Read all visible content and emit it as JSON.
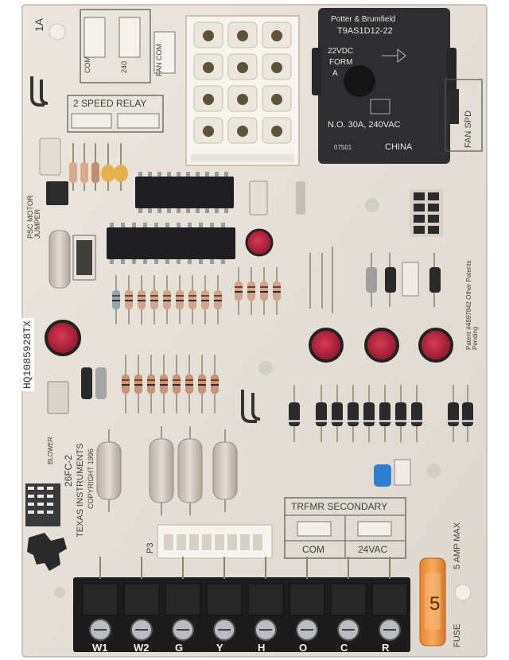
{
  "board": {
    "serial": "HQ1085928TX",
    "model": "26FC-2",
    "manufacturer": "TEXAS INSTRUMENTS",
    "copyright": "COPYRIGHT 1996",
    "ref_1a": "1A",
    "two_speed_relay": "2 SPEED RELAY",
    "psc_motor_jumper": "PSC MOTOR JUMPER",
    "fan_spd": "FAN SPD",
    "com_label": "COM",
    "v240_label": "240",
    "fan_label": "FAN COM",
    "patent": "Patent #4897842 Other Patents Pending",
    "trfmr_secondary": "TRFMR SECONDARY",
    "com": "COM",
    "v24vac": "24VAC",
    "fuse": "FUSE",
    "amp_max": "5 AMP MAX",
    "p3": "P3",
    "blower": "BLOWER"
  },
  "relay": {
    "brand": "Potter & Brumfield",
    "part": "T9AS1D12-22",
    "coil": "22VDC",
    "form": "FORM",
    "form_letter": "A",
    "rating": "N.O. 30A, 240VAC",
    "code": "07501",
    "origin": "CHINA"
  },
  "terminals": [
    "W1",
    "W2",
    "G",
    "Y",
    "H",
    "O",
    "C",
    "R"
  ],
  "fuse_value": "5",
  "colors": {
    "pcb": "#e7e2d8",
    "relay": "#2e2e30",
    "terminal_block": "#1c1c1c",
    "fuse": "#f0973a",
    "capacitor": "#b51e35"
  }
}
